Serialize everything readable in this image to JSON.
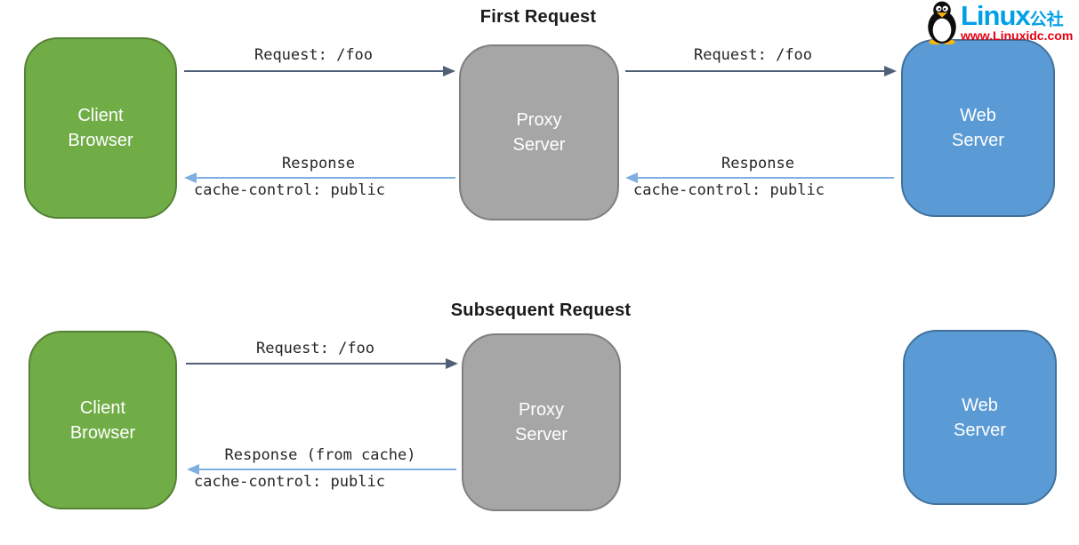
{
  "titles": {
    "first": "First Request",
    "subsequent": "Subsequent Request"
  },
  "nodes": {
    "client": {
      "line1": "Client",
      "line2": "Browser"
    },
    "proxy": {
      "line1": "Proxy",
      "line2": "Server"
    },
    "web": {
      "line1": "Web",
      "line2": "Server"
    }
  },
  "messages": {
    "request": "Request: /foo",
    "response": "Response",
    "response_from_cache": "Response (from cache)",
    "cache_header": "cache-control: public"
  },
  "watermark": {
    "brand": "Linux",
    "suffix": "公社",
    "url": "www.Linuxidc.com"
  },
  "colors": {
    "client_fill": "#70AD47",
    "client_border": "#548235",
    "proxy_fill": "#A6A6A6",
    "proxy_border": "#7F7F7F",
    "web_fill": "#5B9BD5",
    "web_border": "#41719C",
    "request_arrow": "#505F78",
    "response_arrow": "#7EAFE0",
    "brand_blue": "#00A0E9",
    "url_red": "#E60012"
  }
}
